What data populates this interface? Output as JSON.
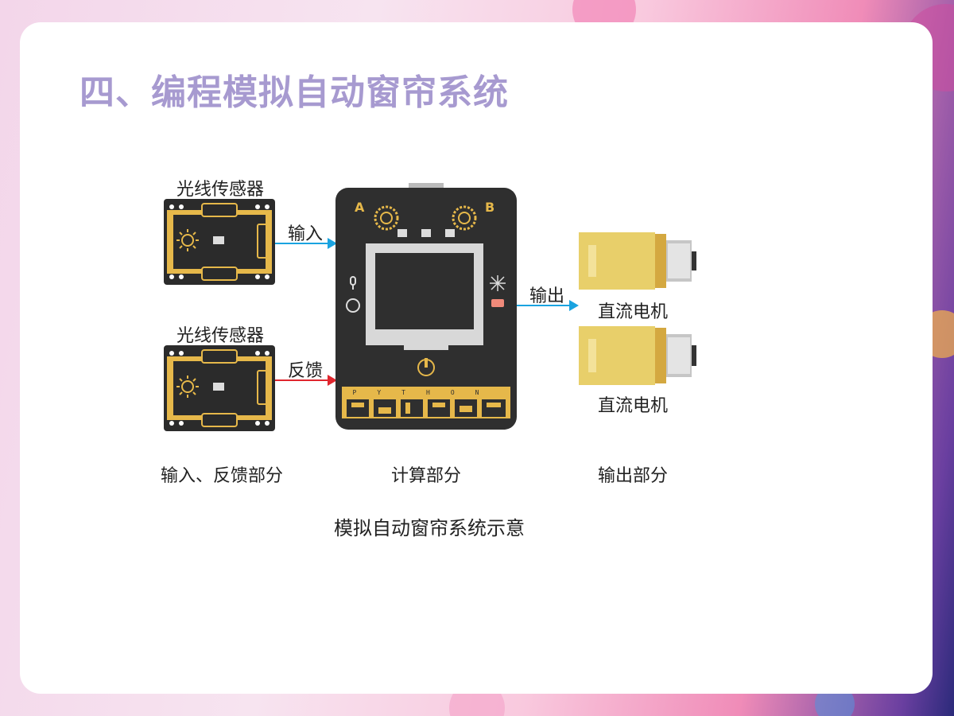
{
  "title": "四、编程模拟自动窗帘系统",
  "diagram": {
    "sensor_top_label": "光线传感器",
    "sensor_bottom_label": "光线传感器",
    "arrow_input_label": "输入",
    "arrow_feedback_label": "反馈",
    "arrow_output_label": "输出",
    "motor_top_label": "直流电机",
    "motor_bottom_label": "直流电机",
    "board_button_a": "A",
    "board_button_b": "B",
    "board_brand": "PYTHON"
  },
  "sections": {
    "input_feedback": "输入、反馈部分",
    "compute": "计算部分",
    "output": "输出部分"
  },
  "caption": "模拟自动窗帘系统示意",
  "colors": {
    "title": "#a79ad0",
    "input_arrow": "#1aa3e0",
    "feedback_arrow": "#e0262e",
    "output_arrow": "#1aa3e0",
    "board_gold": "#e6b84a",
    "motor_yellow": "#e8cf6a"
  }
}
